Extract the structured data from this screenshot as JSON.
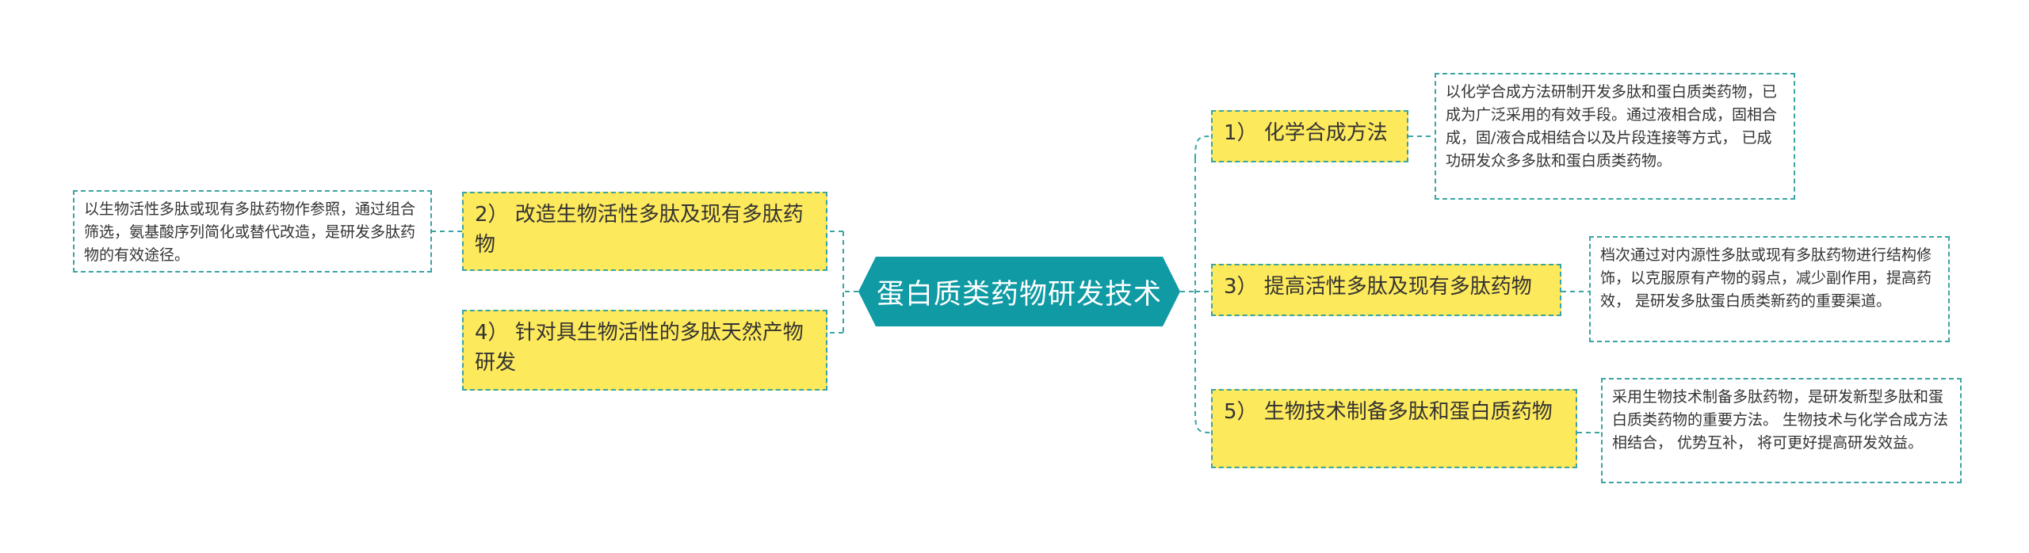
{
  "center": "蛋白质类药物研发技术",
  "topics": {
    "t1": "1） 化学合成方法",
    "t2": "2） 改造生物活性多肽及现有多肽药物",
    "t3": "3） 提高活性多肽及现有多肽药物",
    "t4": "4） 针对具生物活性的多肽天然产物研发",
    "t5": "5） 生物技术制备多肽和蛋白质药物"
  },
  "notes": {
    "n1": "以化学合成方法研制开发多肽和蛋白质类药物，已成为广泛采用的有效手段。通过液相合成，固相合成，固/液合成相结合以及片段连接等方式， 已成功研发众多多肽和蛋白质类药物。",
    "n2": "以生物活性多肽或现有多肽药物作参照，通过组合筛选，氨基酸序列简化或替代改造，是研发多肽药物的有效途径。",
    "n3": "档次通过对内源性多肽或现有多肽药物进行结构修饰，以克服原有产物的弱点，减少副作用，提高药效， 是研发多肽蛋白质类新药的重要渠道。",
    "n5": "采用生物技术制备多肽药物，是研发新型多肽和蛋白质类药物的重要方法。 生物技术与化学合成方法相结合， 优势互补， 将可更好提高研发效益。"
  }
}
